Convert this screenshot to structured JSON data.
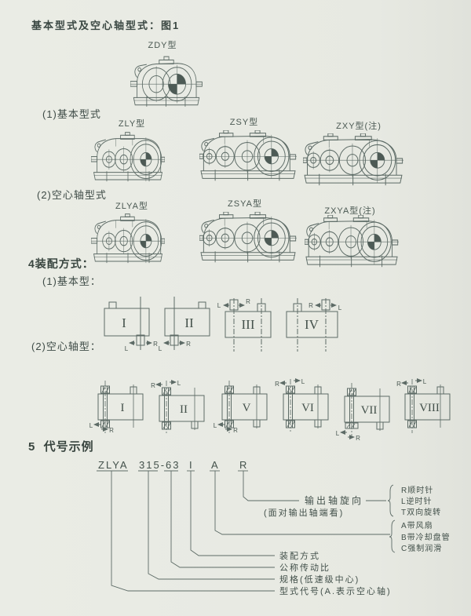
{
  "colors": {
    "paper": "#e7e9e2",
    "ink": "#5d6b66",
    "text": "#3e4b46"
  },
  "page_heading": "基本型式及空心轴型式：图1",
  "figure1": {
    "zdy_label": "ZDY型",
    "basic": {
      "label": "(1)基本型式",
      "models": [
        "ZLY型",
        "ZSY型",
        "ZXY型(注)"
      ]
    },
    "hollow": {
      "label": "(2)空心轴型式",
      "models": [
        "ZLYA型",
        "ZSYA型",
        "ZXYA型(注)"
      ]
    }
  },
  "assembly": {
    "heading": "4装配方式：",
    "basic": {
      "label": "(1)基本型：",
      "numerals": [
        "I",
        "II",
        "III",
        "IV"
      ]
    },
    "hollow": {
      "label": "(2)空心轴型：",
      "numerals": [
        "I",
        "II",
        "V",
        "VI",
        "VII",
        "VIII"
      ]
    },
    "dir_left": "L",
    "dir_right": "R"
  },
  "code_example": {
    "heading": "5  代号示例",
    "parts": {
      "type": "ZLYA",
      "size_ratio": "315-63",
      "assembly": "I",
      "cooling": "A",
      "rotation": "R"
    },
    "rotation": {
      "label": "输出轴旋向",
      "sublabel": "(面对输出轴端看)",
      "options": [
        "R顺时针",
        "L逆时针",
        "T双向旋转"
      ]
    },
    "cooling_options": [
      "A带风扇",
      "B带冷却盘管",
      "C强制润滑"
    ],
    "assembly_label": "装配方式",
    "ratio_label": "公称传动比",
    "size_label": "规格(低速级中心)",
    "type_label": "型式代号(A.表示空心轴)"
  }
}
